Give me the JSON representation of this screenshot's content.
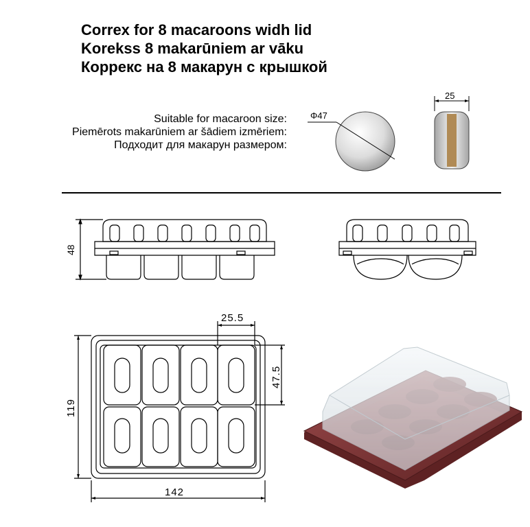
{
  "titles": {
    "en": "Correx for 8 macaroons widh lid",
    "lv": "Korekss 8 makarūniem ar vāku",
    "ru": "Коррекс на 8 макарун с крышкой"
  },
  "suitable": {
    "en": "Suitable for macaroon size:",
    "lv": "Piemērots makarūniem ar šādiem izmēriem:",
    "ru": "Подходит для макарун размером:"
  },
  "dimensions": {
    "macaroon_diameter": "Φ47",
    "macaroon_height": "25",
    "side_height": "48",
    "cell_width": "25.5",
    "cell_depth": "47.5",
    "tray_depth": "119",
    "tray_width": "142"
  },
  "colors": {
    "tray": "#7a2f30",
    "tray_light": "#9a4a4b",
    "lid": "#e6ecef",
    "filling": "#b08a55"
  }
}
